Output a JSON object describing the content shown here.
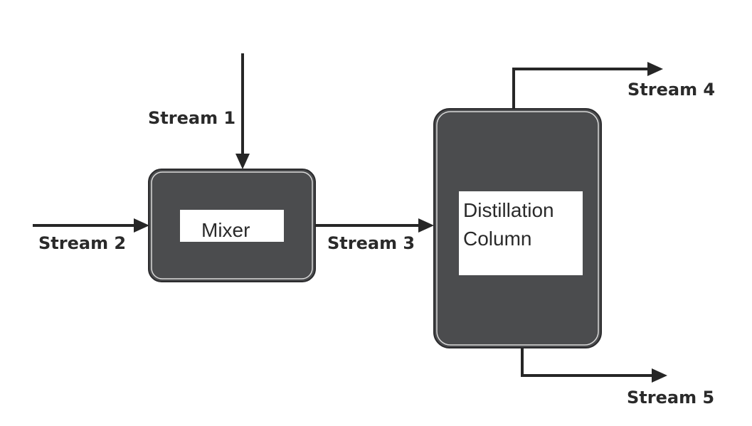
{
  "colors": {
    "unit_fill": "#4b4c4e",
    "unit_border": "#2b2b2d",
    "unit_inner_border": "#d9d9d9",
    "label_box": "#ffffff",
    "line": "#262626",
    "text": "#2a2a2a"
  },
  "units": {
    "mixer": {
      "label": "Mixer"
    },
    "column": {
      "label_line1": "Distillation",
      "label_line2": "Column"
    }
  },
  "streams": {
    "s1": "Stream 1",
    "s2": "Stream 2",
    "s3": "Stream 3",
    "s4": "Stream 4",
    "s5": "Stream 5"
  }
}
